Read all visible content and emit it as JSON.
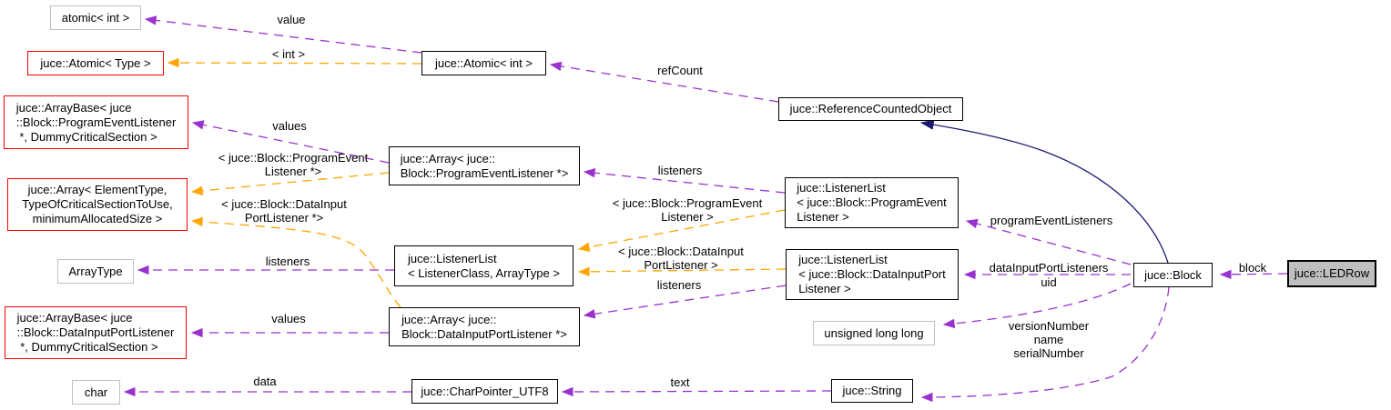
{
  "colors": {
    "usage": "#9a32cd",
    "template": "#ffa500",
    "inheritance": "#191970",
    "border": "#000000",
    "border_truncated": "#ff0000",
    "border_plain": "#c0c0c0",
    "fill": "#ffffff",
    "fill_main": "#bfbfbf"
  },
  "nodes": [
    {
      "id": "atomic-int",
      "label": "atomic< int >"
    },
    {
      "id": "juce-atomic-type",
      "label": "juce::Atomic< Type >"
    },
    {
      "id": "juce-atomic-int",
      "label": "juce::Atomic< int >"
    },
    {
      "id": "arraybase-programeventlistener",
      "label": "juce::ArrayBase< juce\n::Block::ProgramEventListener\n *, DummyCriticalSection >"
    },
    {
      "id": "array-generic",
      "label": "juce::Array< ElementType,\nTypeOfCriticalSectionToUse,\nminimumAllocatedSize >"
    },
    {
      "id": "arraytype",
      "label": "ArrayType"
    },
    {
      "id": "arraybase-datainputportlistener",
      "label": "juce::ArrayBase< juce\n::Block::DataInputPortListener\n *, DummyCriticalSection >"
    },
    {
      "id": "char",
      "label": "char"
    },
    {
      "id": "array-programeventlistener",
      "label": "juce::Array< juce::\nBlock::ProgramEventListener *>"
    },
    {
      "id": "listenerlist-generic",
      "label": "juce::ListenerList\n< ListenerClass, ArrayType >"
    },
    {
      "id": "array-datainputportlistener",
      "label": "juce::Array< juce::\nBlock::DataInputPortListener *>"
    },
    {
      "id": "charpointer-utf8",
      "label": "juce::CharPointer_UTF8"
    },
    {
      "id": "referencecountedobject",
      "label": "juce::ReferenceCountedObject"
    },
    {
      "id": "listenerlist-programeventlistener",
      "label": "juce::ListenerList\n< juce::Block::ProgramEvent\nListener >"
    },
    {
      "id": "listenerlist-datainputportlistener",
      "label": "juce::ListenerList\n< juce::Block::DataInputPort\nListener >"
    },
    {
      "id": "unsigned-long-long",
      "label": "unsigned long long"
    },
    {
      "id": "juce-string",
      "label": "juce::String"
    },
    {
      "id": "juce-block",
      "label": "juce::Block"
    },
    {
      "id": "juce-ledrow",
      "label": "juce::LEDRow"
    }
  ],
  "labels": [
    {
      "text": "value"
    },
    {
      "text": "< int >"
    },
    {
      "text": "refCount"
    },
    {
      "text": "values"
    },
    {
      "text": "< juce::Block::ProgramEvent\nListener *>"
    },
    {
      "text": "< juce::Block::DataInput\nPortListener *>"
    },
    {
      "text": "listeners"
    },
    {
      "text": "< juce::Block::ProgramEvent\nListener >"
    },
    {
      "text": "< juce::Block::DataInput\nPortListener >"
    },
    {
      "text": "listeners"
    },
    {
      "text": "listeners"
    },
    {
      "text": "values"
    },
    {
      "text": "data"
    },
    {
      "text": "text"
    },
    {
      "text": "programEventListeners"
    },
    {
      "text": "dataInputPortListeners"
    },
    {
      "text": "uid"
    },
    {
      "text": "versionNumber\nname\nserialNumber"
    },
    {
      "text": "block"
    }
  ]
}
